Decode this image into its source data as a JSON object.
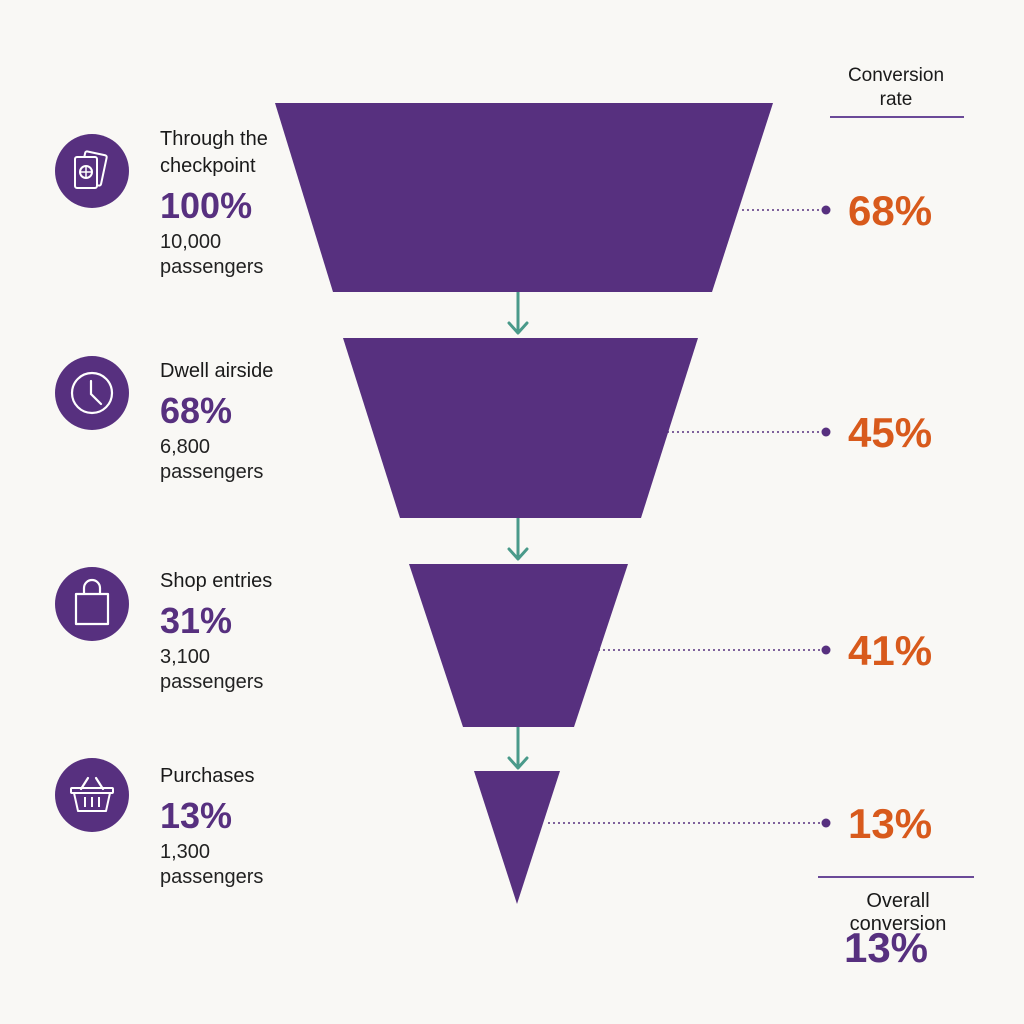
{
  "colors": {
    "funnel": "#57307f",
    "icon_circle": "#57307f",
    "stage_pct": "#57307f",
    "conversion": "#d85a1c",
    "arrow": "#4a9a8a",
    "rule": "#6b4a98",
    "leader": "#57307f",
    "overall": "#57307f"
  },
  "conversion_header": "Conversion rate",
  "overall": {
    "label": "Overall conversion",
    "value": "13%"
  },
  "stages": [
    {
      "name_lines": [
        "Through the",
        "checkpoint"
      ],
      "pct": "100%",
      "count": "10,000",
      "unit": "passengers",
      "icon": "passport-icon",
      "conversion": "68%"
    },
    {
      "name_lines": [
        "Dwell airside"
      ],
      "pct": "68%",
      "count": "6,800",
      "unit": "passengers",
      "icon": "clock-icon",
      "conversion": "45%"
    },
    {
      "name_lines": [
        "Shop entries"
      ],
      "pct": "31%",
      "count": "3,100",
      "unit": "passengers",
      "icon": "shopping-bag-icon",
      "conversion": "41%"
    },
    {
      "name_lines": [
        "Purchases"
      ],
      "pct": "13%",
      "count": "1,300",
      "unit": "passengers",
      "icon": "basket-icon",
      "conversion": "13%"
    }
  ],
  "chart_data": {
    "type": "funnel",
    "categories": [
      "Through the checkpoint",
      "Dwell airside",
      "Shop entries",
      "Purchases"
    ],
    "values": [
      10000,
      6800,
      3100,
      1300
    ],
    "percent_of_start": [
      100,
      68,
      31,
      13
    ],
    "conversion_rate": [
      68,
      45,
      41,
      13
    ],
    "overall_conversion": 13
  }
}
